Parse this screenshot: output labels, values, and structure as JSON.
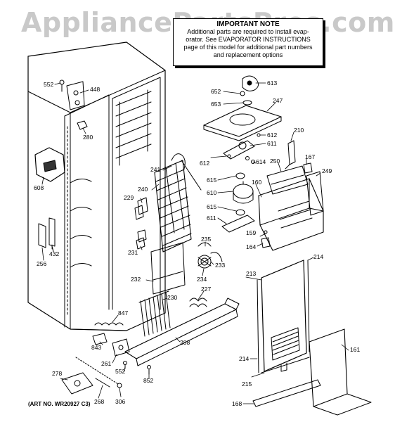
{
  "watermark": "AppliancePartsPros.com",
  "note": {
    "title": "IMPORTANT NOTE",
    "lines": [
      "Additional parts are required to install evap-",
      "orator. See EVAPORATOR INSTRUCTIONS",
      "page of this model for additional part numbers",
      "and replacement options"
    ]
  },
  "art_number": "(ART NO. WR20927 C3)",
  "part_labels": [
    {
      "id": "lbl-552a",
      "text": "552"
    },
    {
      "id": "lbl-448",
      "text": "448"
    },
    {
      "id": "lbl-280",
      "text": "280"
    },
    {
      "id": "lbl-608",
      "text": "608"
    },
    {
      "id": "lbl-432",
      "text": "432"
    },
    {
      "id": "lbl-256",
      "text": "256"
    },
    {
      "id": "lbl-241",
      "text": "241"
    },
    {
      "id": "lbl-240",
      "text": "240"
    },
    {
      "id": "lbl-229",
      "text": "229"
    },
    {
      "id": "lbl-231",
      "text": "231"
    },
    {
      "id": "lbl-232",
      "text": "232"
    },
    {
      "id": "lbl-230",
      "text": "230"
    },
    {
      "id": "lbl-235",
      "text": "235"
    },
    {
      "id": "lbl-233",
      "text": "233"
    },
    {
      "id": "lbl-234",
      "text": "234"
    },
    {
      "id": "lbl-227",
      "text": "227"
    },
    {
      "id": "lbl-847",
      "text": "847"
    },
    {
      "id": "lbl-843",
      "text": "843"
    },
    {
      "id": "lbl-288",
      "text": "288"
    },
    {
      "id": "lbl-261",
      "text": "261"
    },
    {
      "id": "lbl-552b",
      "text": "552"
    },
    {
      "id": "lbl-852",
      "text": "852"
    },
    {
      "id": "lbl-278",
      "text": "278"
    },
    {
      "id": "lbl-268",
      "text": "268"
    },
    {
      "id": "lbl-306",
      "text": "306"
    },
    {
      "id": "lbl-613",
      "text": "613"
    },
    {
      "id": "lbl-652",
      "text": "652"
    },
    {
      "id": "lbl-653",
      "text": "653"
    },
    {
      "id": "lbl-247",
      "text": "247"
    },
    {
      "id": "lbl-612a",
      "text": "612"
    },
    {
      "id": "lbl-611a",
      "text": "611"
    },
    {
      "id": "lbl-612b",
      "text": "612"
    },
    {
      "id": "lbl-614",
      "text": "614"
    },
    {
      "id": "lbl-615a",
      "text": "615"
    },
    {
      "id": "lbl-610",
      "text": "610"
    },
    {
      "id": "lbl-615b",
      "text": "615"
    },
    {
      "id": "lbl-611b",
      "text": "611"
    },
    {
      "id": "lbl-210",
      "text": "210"
    },
    {
      "id": "lbl-167",
      "text": "167"
    },
    {
      "id": "lbl-250",
      "text": "250"
    },
    {
      "id": "lbl-249",
      "text": "249"
    },
    {
      "id": "lbl-160",
      "text": "160"
    },
    {
      "id": "lbl-159",
      "text": "159"
    },
    {
      "id": "lbl-164",
      "text": "164"
    },
    {
      "id": "lbl-213",
      "text": "213"
    },
    {
      "id": "lbl-214a",
      "text": "214"
    },
    {
      "id": "lbl-214b",
      "text": "214"
    },
    {
      "id": "lbl-161",
      "text": "161"
    },
    {
      "id": "lbl-215",
      "text": "215"
    },
    {
      "id": "lbl-168",
      "text": "168"
    }
  ]
}
